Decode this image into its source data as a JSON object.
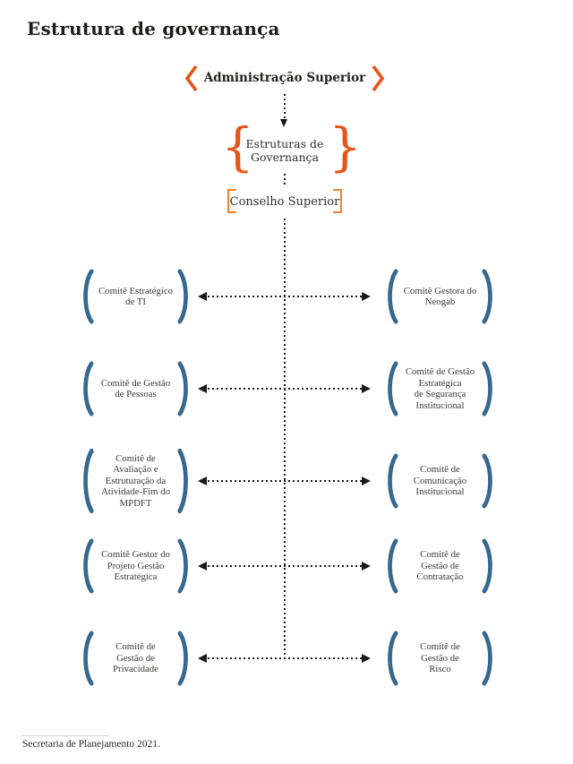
{
  "title": "Estrutura de governança",
  "colors": {
    "accent_orange": "#E8551C",
    "accent_orange_light": "#EF8430",
    "accent_blue": "#35698D",
    "ink": "#1A1A1A"
  },
  "hierarchy": {
    "top_label": "Administração Superior",
    "structures_label": "Estruturas de\nGovernança",
    "council_label": "Conselho Superior"
  },
  "committee_rows": [
    {
      "left": "Comitê Estratégico\nde TI",
      "right": "Comitê Gestora do\nNeogab"
    },
    {
      "left": "Comitê de Gestão\nde Pessoas",
      "right": "Comitê de Gestão\nEstratégica\nde Segurança\nInstitucional"
    },
    {
      "left": "Comitê de\nAvaliação e\nEstruturação da\nAtividade-Fim do\nMPDFT",
      "right": "Comitê de\nComunicação\nInstitucional"
    },
    {
      "left": "Comitê Gestor do\nProjeto Gestão\nEstratégica",
      "right": "Comitê de\nGestão de\nContratação"
    },
    {
      "left": "Comitê de\nGestão de\nPrivacidade",
      "right": "Comitê de\nGestão de\nRisco"
    }
  ],
  "footer": {
    "source": "Secretaria de Planejamento 2021."
  }
}
